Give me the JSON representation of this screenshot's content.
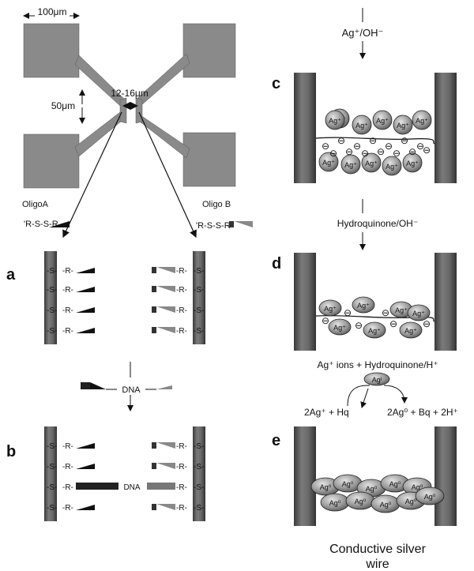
{
  "scale_top": "100μm",
  "gap": "12-16μm",
  "scale_left": "50μm",
  "oligo_a_label": "OligoA",
  "oligo_b_label": "Oligo B",
  "oligo_a_seq": "'R-S-S-R",
  "oligo_b_seq": "'R-S-S-R",
  "panels": {
    "a": "a",
    "b": "b",
    "c": "c",
    "d": "d",
    "e": "e"
  },
  "left_groups": [
    "-S-",
    "-R-"
  ],
  "right_groups": [
    "-R-",
    "-S-"
  ],
  "dna": "DNA",
  "step_c_html": "Ag⁺/OH⁻",
  "step_d": "Hydroquinone/OH⁻",
  "ion": "Ag⁺",
  "neg": "⊖",
  "reaction_top": "Ag⁺ ions + Hydroquinone/H⁺",
  "agi_label": "Agᴵ",
  "reaction_left": "2Ag⁺ + Hq",
  "reaction_right": "2Ag⁰ + Bq + 2H⁺",
  "ag0": "Ag⁰",
  "caption": [
    "Conductive silver",
    "wire"
  ]
}
